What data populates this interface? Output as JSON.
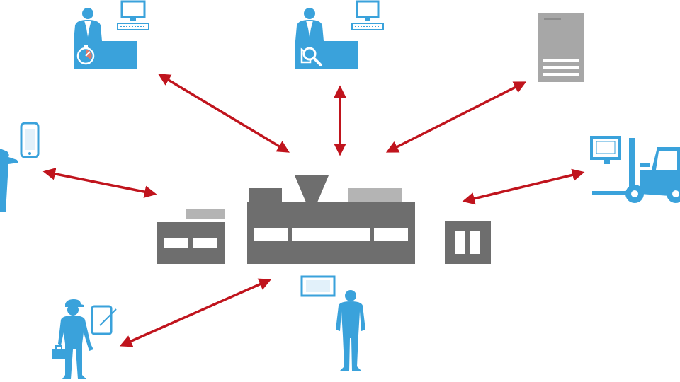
{
  "colors": {
    "accent_blue": "#3aa2db",
    "machine_gray": "#6e6e6e",
    "light_gray": "#b4b4b4",
    "doc_gray": "#a7a7a7",
    "arrow_red": "#c0141d",
    "white": "#ffffff"
  },
  "nodes": [
    {
      "id": "timekeeping-desk",
      "icon": "clerk-at-desk-with-clock-icon"
    },
    {
      "id": "quality-desk",
      "icon": "clerk-at-desk-with-magnifier-icon"
    },
    {
      "id": "document",
      "icon": "document-icon"
    },
    {
      "id": "forklift",
      "icon": "forklift-with-terminal-icon"
    },
    {
      "id": "mobile-user",
      "icon": "person-with-smartphone-icon"
    },
    {
      "id": "injection-molding-machine",
      "icon": "injection-molding-machine-icon"
    },
    {
      "id": "technician",
      "icon": "technician-with-tablet-icon"
    },
    {
      "id": "operator",
      "icon": "operator-with-terminal-icon"
    }
  ],
  "connections": [
    {
      "from": "timekeeping-desk",
      "to": "injection-molding-machine",
      "direction": "both"
    },
    {
      "from": "quality-desk",
      "to": "injection-molding-machine",
      "direction": "both"
    },
    {
      "from": "document",
      "to": "injection-molding-machine",
      "direction": "both"
    },
    {
      "from": "mobile-user",
      "to": "injection-molding-machine",
      "direction": "both"
    },
    {
      "from": "forklift",
      "to": "injection-molding-machine",
      "direction": "both"
    },
    {
      "from": "technician",
      "to": "injection-molding-machine",
      "direction": "both"
    }
  ]
}
